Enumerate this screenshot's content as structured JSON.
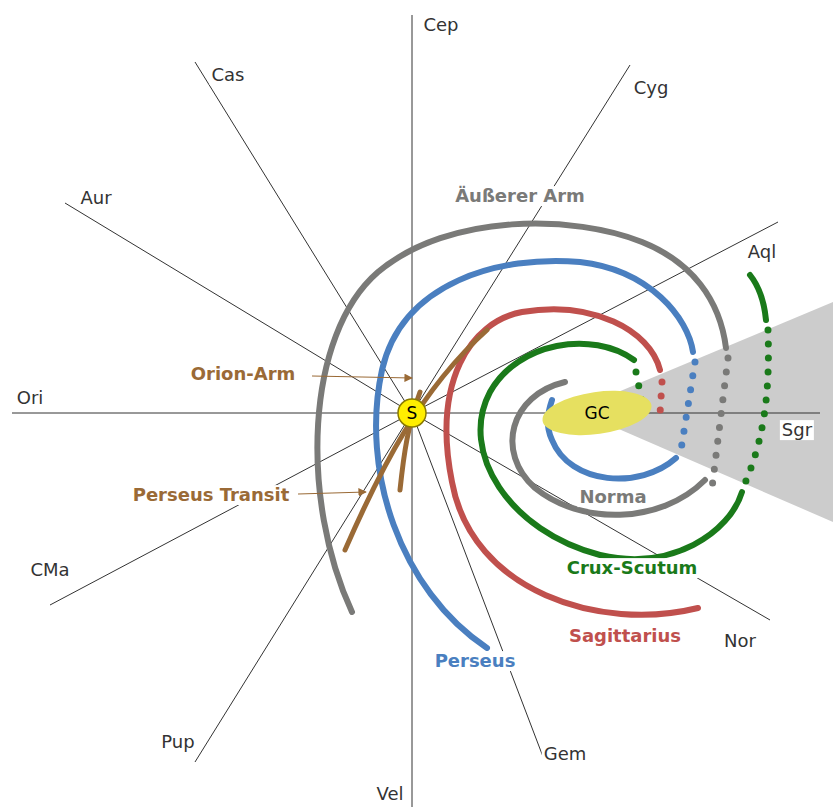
{
  "diagram": {
    "nodes": [
      {
        "text": [
          "S"
        ]
      },
      {
        "text": [
          "GC"
        ]
      }
    ],
    "labels": [
      "Cep",
      "Cas",
      "Cyg",
      "Aur",
      "Äußerer Arm",
      "Aql",
      "Orion-Arm",
      "Ori",
      "Sgr",
      "Perseus Transit",
      "CMa",
      "Norma",
      "Crux-Scutum",
      "Nor",
      "Sagittarius",
      "Perseus",
      "Pup",
      "Gem",
      "Vel"
    ]
  }
}
